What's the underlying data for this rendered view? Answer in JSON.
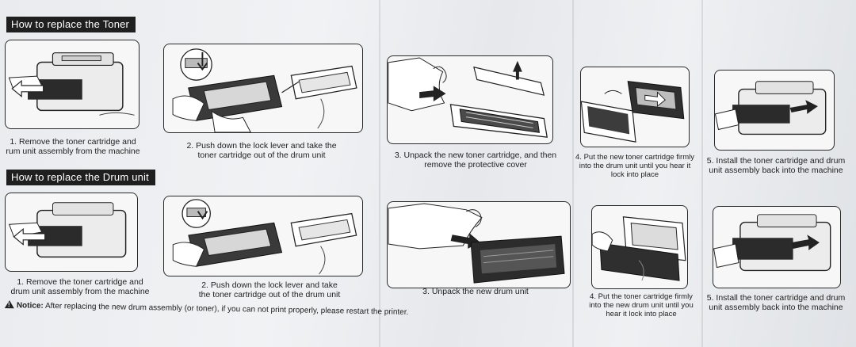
{
  "toner_section": {
    "heading": "How to replace the Toner",
    "steps": [
      {
        "line1": "1. Remove the toner cartridge and",
        "line2": "rum unit assembly from the machine"
      },
      {
        "line1": "2. Push down the lock lever and take the",
        "line2": "toner cartridge out of the drum unit"
      },
      {
        "line1": "3. Unpack the new toner cartridge, and then",
        "line2": "remove the protective cover"
      },
      {
        "line1": "4. Put the new toner cartridge firmly",
        "line2": "into the drum unit until you hear it",
        "line3": "lock into place"
      },
      {
        "line1": "5. Install the toner cartridge and drum",
        "line2": "unit assembly back into the machine"
      }
    ]
  },
  "drum_section": {
    "heading": "How to replace the Drum unit",
    "steps": [
      {
        "line1": "1. Remove the toner cartridge and",
        "line2": "drum unit assembly from the machine"
      },
      {
        "line1": "2. Push down the lock lever and take",
        "line2": "the toner cartridge out of the drum unit"
      },
      {
        "line1": "3. Unpack the new drum unit"
      },
      {
        "line1": "4. Put the toner cartridge firmly",
        "line2": "into the new drum unit until you",
        "line3": "hear it lock into place"
      },
      {
        "line1": "5. Install the toner cartridge and drum",
        "line2": "unit assembly back into the machine"
      }
    ]
  },
  "notice": {
    "label": "Notice:",
    "text": "After replacing the new drum assembly (or toner), if you can not print properly, please restart the printer."
  },
  "icons": {
    "warning": "warning-triangle-icon",
    "arrow": "arrow-icon"
  }
}
